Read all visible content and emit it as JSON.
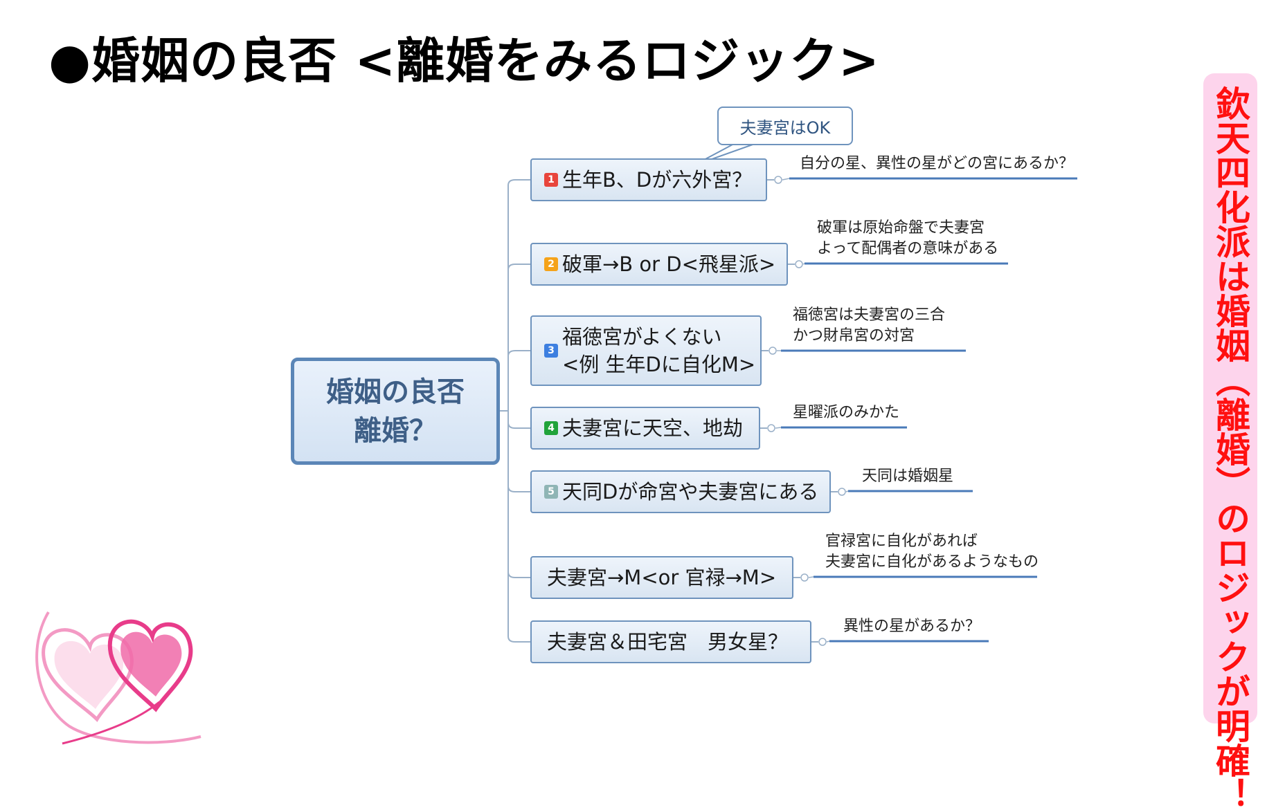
{
  "title": "●婚姻の良否 <離婚をみるロジック>",
  "side_banner": "欽天四化派は婚姻（離婚）のロジックが明確！",
  "central": {
    "line1": "婚姻の良否",
    "line2": "離婚？"
  },
  "callout": "夫妻宮はOK",
  "branches": [
    {
      "badge": "1",
      "badge_color": "#e8453c",
      "lines": [
        "生年B、Dが六外宮？"
      ],
      "note": [
        "自分の星、異性の星がどの宮にあるか？"
      ]
    },
    {
      "badge": "2",
      "badge_color": "#f5a31a",
      "lines": [
        "破軍→B or D<飛星派>"
      ],
      "note": [
        "破軍は原始命盤で夫妻宮",
        "よって配偶者の意味がある"
      ]
    },
    {
      "badge": "3",
      "badge_color": "#3d7fe0",
      "lines": [
        "福徳宮がよくない",
        "<例 生年Dに自化M>"
      ],
      "note": [
        "福徳宮は夫妻宮の三合",
        "かつ財帛宮の対宮"
      ]
    },
    {
      "badge": "4",
      "badge_color": "#21a33a",
      "lines": [
        "夫妻宮に天空、地劫"
      ],
      "note": [
        "星曜派のみかた"
      ]
    },
    {
      "badge": "5",
      "badge_color": "#8fb5b5",
      "lines": [
        "天同Dが命宮や夫妻宮にある"
      ],
      "note": [
        "天同は婚姻星"
      ]
    },
    {
      "badge": "",
      "badge_color": "",
      "lines": [
        "夫妻宮→M<or 官禄→M>"
      ],
      "note": [
        "官禄宮に自化があれば",
        "夫妻宮に自化があるようなもの"
      ]
    },
    {
      "badge": "",
      "badge_color": "",
      "lines": [
        "夫妻宮＆田宅宮　男女星？"
      ],
      "note": [
        "異性の星があるか？"
      ]
    }
  ],
  "colors": {
    "line": "#4a7ab8",
    "side_text": "#ff1010",
    "side_bg": "#fdd4ec"
  }
}
